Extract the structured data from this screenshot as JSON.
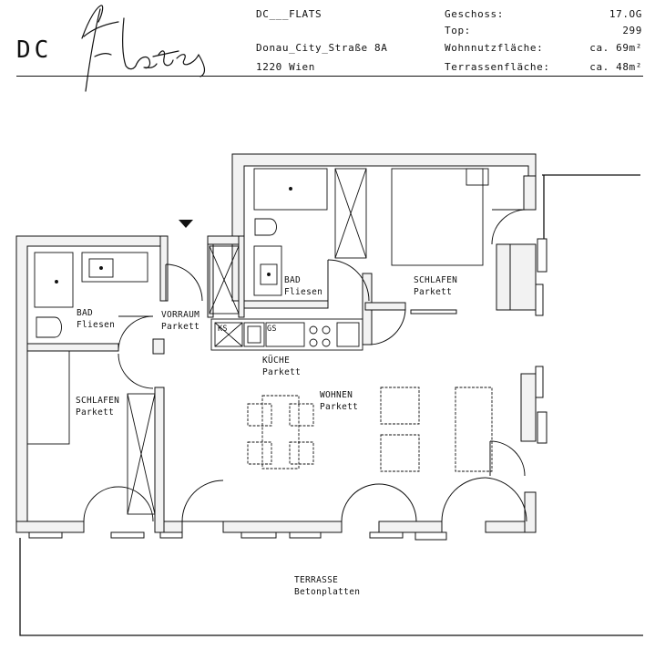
{
  "brand": {
    "logo_text": "DC",
    "signature": "Flats",
    "name": "DC___FLATS"
  },
  "address": {
    "street": "Donau_City_Straße 8A",
    "city": "1220 Wien"
  },
  "details": [
    {
      "label": "Geschoss:",
      "value": "17.OG"
    },
    {
      "label": "Top:",
      "value": "299"
    },
    {
      "label": "Wohnnutzfläche:",
      "value": "ca. 69m²"
    },
    {
      "label": "Terrassenfläche:",
      "value": "ca. 48m²"
    }
  ],
  "rooms": {
    "bad_left": {
      "name": "BAD",
      "floor": "Fliesen"
    },
    "vorraum": {
      "name": "VORRAUM",
      "floor": "Parkett"
    },
    "bad_right": {
      "name": "BAD",
      "floor": "Fliesen"
    },
    "schlafen_right": {
      "name": "SCHLAFEN",
      "floor": "Parkett"
    },
    "schlafen_left": {
      "name": "SCHLAFEN",
      "floor": "Parkett"
    },
    "kueche": {
      "name": "KÜCHE",
      "floor": "Parkett"
    },
    "wohnen": {
      "name": "WOHNEN",
      "floor": "Parkett"
    },
    "terrasse": {
      "name": "TERRASSE",
      "floor": "Betonplatten"
    }
  },
  "appliances": {
    "ks": "KS",
    "gs": "GS"
  }
}
